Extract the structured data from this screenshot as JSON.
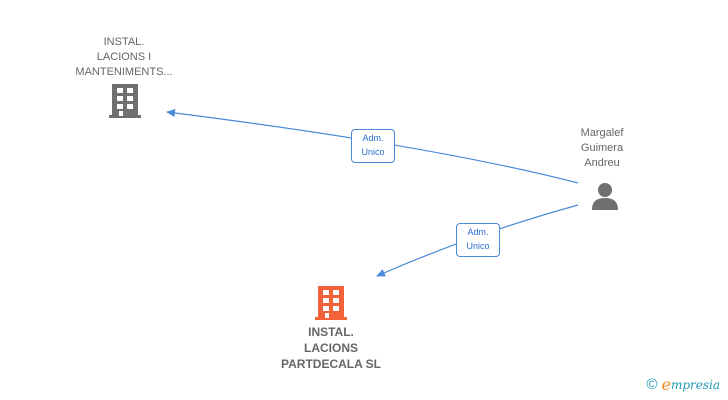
{
  "nodes": {
    "company_top": {
      "label_lines": [
        "INSTAL.",
        "LACIONS I",
        "MANTENIMENTS..."
      ],
      "icon": "building-icon",
      "color": "#707070"
    },
    "person": {
      "label_lines": [
        "Margalef",
        "Guimera",
        "Andreu"
      ],
      "icon": "person-icon",
      "color": "#707070"
    },
    "company_main": {
      "label_lines": [
        "INSTAL.",
        "LACIONS",
        "PARTDECALA SL"
      ],
      "icon": "building-icon",
      "color": "#f4623a"
    }
  },
  "edges": [
    {
      "from": "person",
      "to": "company_top",
      "label_lines": [
        "Adm.",
        "Unico"
      ]
    },
    {
      "from": "person",
      "to": "company_main",
      "label_lines": [
        "Adm.",
        "Unico"
      ]
    }
  ],
  "edge_color": "#4a8ad8",
  "brand": {
    "copyright": "©",
    "e": "e",
    "rest": "mpresia"
  }
}
